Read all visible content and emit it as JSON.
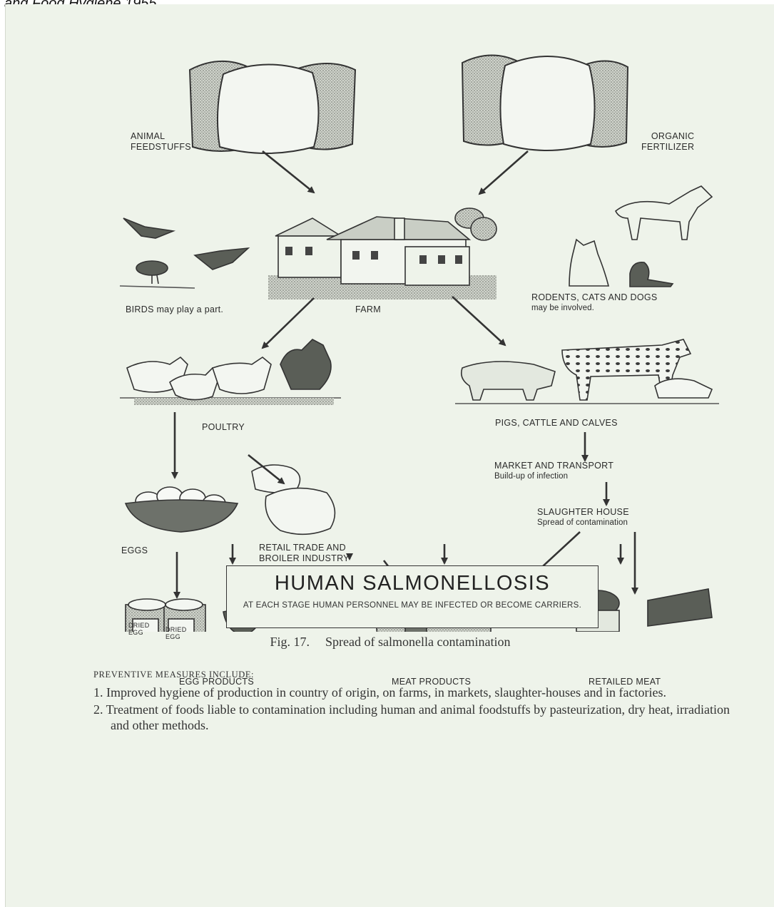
{
  "top_caption": "and Food Hygiene 1955",
  "labels": {
    "animal_feedstuffs": "ANIMAL\nFEEDSTUFFS",
    "organic_fertilizer": "ORGANIC\nFERTILIZER",
    "birds": "BIRDS may play a part.",
    "farm": "FARM",
    "rodents_main": "RODENTS, CATS AND DOGS",
    "rodents_sub": "may be involved.",
    "poultry": "POULTRY",
    "pigs_cattle": "PIGS, CATTLE AND CALVES",
    "market_main": "MARKET AND TRANSPORT",
    "market_sub": "Build-up of infection",
    "slaughter_main": "SLAUGHTER HOUSE",
    "slaughter_sub": "Spread of contamination",
    "eggs": "EGGS",
    "retail_trade": "RETAIL TRADE AND\nBROILER INDUSTRY",
    "egg_products": "EGG PRODUCTS",
    "meat_products": "MEAT PRODUCTS",
    "retailed_meat": "RETAILED MEAT",
    "dried_egg": "DRIED\nEGG"
  },
  "final": {
    "title": "HUMAN SALMONELLOSIS",
    "note": "AT EACH STAGE HUMAN PERSONNEL MAY BE INFECTED OR BECOME CARRIERS."
  },
  "figure": {
    "number": "Fig. 17.",
    "caption": "Spread of salmonella contamination"
  },
  "preventive": {
    "heading": "PREVENTIVE MEASURES INCLUDE:",
    "items": [
      "1. Improved hygiene of production in country of origin, on farms, in markets, slaughter-houses and in factories.",
      "2. Treatment of foods liable to contamination including human and animal foodstuffs by pasteurization, dry heat, irradiation and other methods."
    ]
  }
}
